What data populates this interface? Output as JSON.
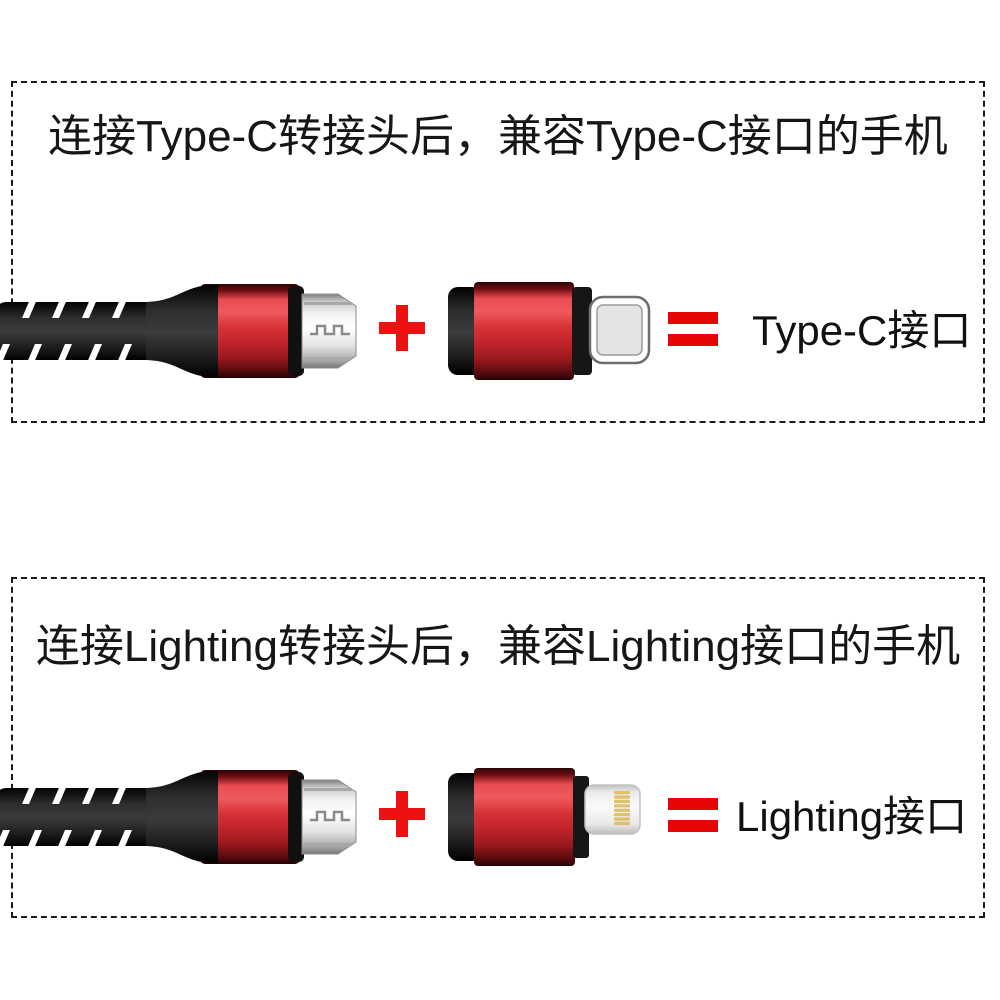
{
  "image_type": "product-infographic",
  "colors": {
    "background": "#ffffff",
    "panel_border": "#1c1c1c",
    "title_text": "#161616",
    "accent_plus_red": "#ed1111",
    "accent_equals_red": "#e60505",
    "adapter_body_red": "#c8262c",
    "cable_black": "#1a1a1a",
    "lightning_pads_gold": "#dec06f"
  },
  "icons": {
    "plus": "+",
    "equals": "="
  },
  "panels": [
    {
      "name": "type-c",
      "title": "连接Type-C转接头后，兼容Type-C接口的手机",
      "equation": {
        "left_item": "braided-cable-with-micro-usb",
        "operator_1": "plus",
        "right_item": "type-c-adapter",
        "operator_2": "equals",
        "result_label": "Type-C接口"
      }
    },
    {
      "name": "lighting",
      "title": "连接Lighting转接头后，兼容Lighting接口的手机",
      "equation": {
        "left_item": "braided-cable-with-micro-usb",
        "operator_1": "plus",
        "right_item": "lightning-adapter",
        "operator_2": "equals",
        "result_label": "Lighting接口"
      }
    }
  ]
}
